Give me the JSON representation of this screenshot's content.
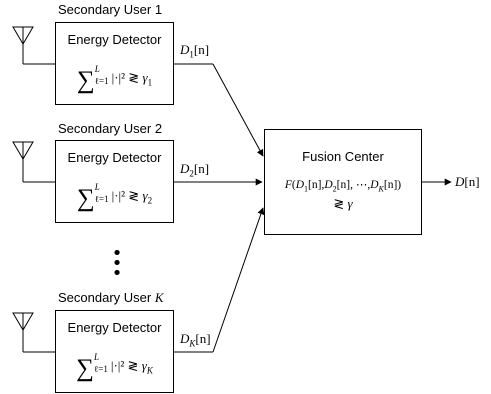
{
  "users": [
    {
      "title": "Secondary User 1",
      "title_k": "",
      "detector_label": "Energy Detector",
      "sum_symbol": "∑",
      "upper_limit": "L",
      "lower_limit": "ℓ=1",
      "op": "|·|² ≷ ",
      "gamma": "γ",
      "gamma_sub": "1",
      "output_var": "D",
      "output_sub": "1",
      "output_arg": "[n]"
    },
    {
      "title": "Secondary User 2",
      "title_k": "",
      "detector_label": "Energy Detector",
      "sum_symbol": "∑",
      "upper_limit": "L",
      "lower_limit": "ℓ=1",
      "op": "|·|² ≷ ",
      "gamma": "γ",
      "gamma_sub": "2",
      "output_var": "D",
      "output_sub": "2",
      "output_arg": "[n]"
    },
    {
      "title": "Secondary User ",
      "title_k": "K",
      "detector_label": "Energy Detector",
      "sum_symbol": "∑",
      "upper_limit": "L",
      "lower_limit": "ℓ=1",
      "op": "|·|² ≷ ",
      "gamma": "γ",
      "gamma_sub": "K",
      "output_var": "D",
      "output_sub": "K",
      "output_arg": "[n]"
    }
  ],
  "ellipsis": "⋮",
  "fusion": {
    "title": "Fusion Center",
    "expr": {
      "f": "F",
      "open": "(",
      "d": "D",
      "s1": "1",
      "s2": "2",
      "sk": "K",
      "arg": "[n]",
      "comma": ",",
      "dots": " ⋯,",
      "close": ")"
    },
    "relation": "≷",
    "threshold": "γ"
  },
  "final_output": {
    "var": "D",
    "arg": "[n]"
  }
}
